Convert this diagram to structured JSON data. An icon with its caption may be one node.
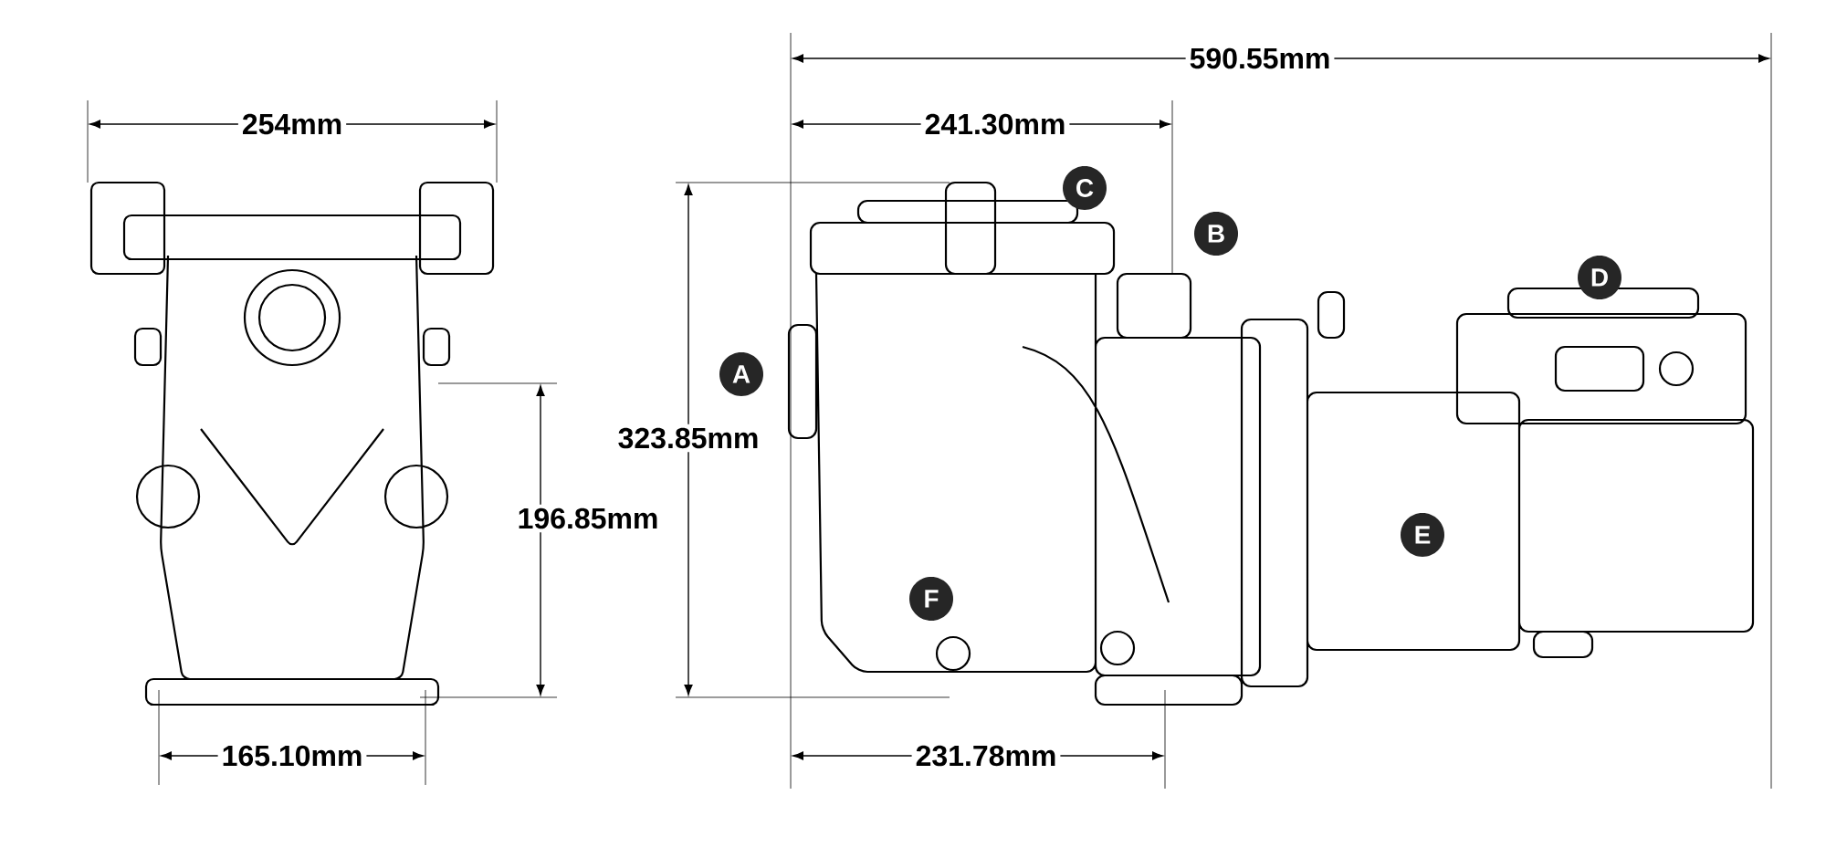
{
  "diagram": {
    "labels": [
      "590.55mm",
      "254mm",
      "241.30mm",
      "C",
      "B",
      "D",
      "A",
      "323.85mm",
      "196.85mm",
      "E",
      "F",
      "165.10mm",
      "231.78mm"
    ]
  }
}
